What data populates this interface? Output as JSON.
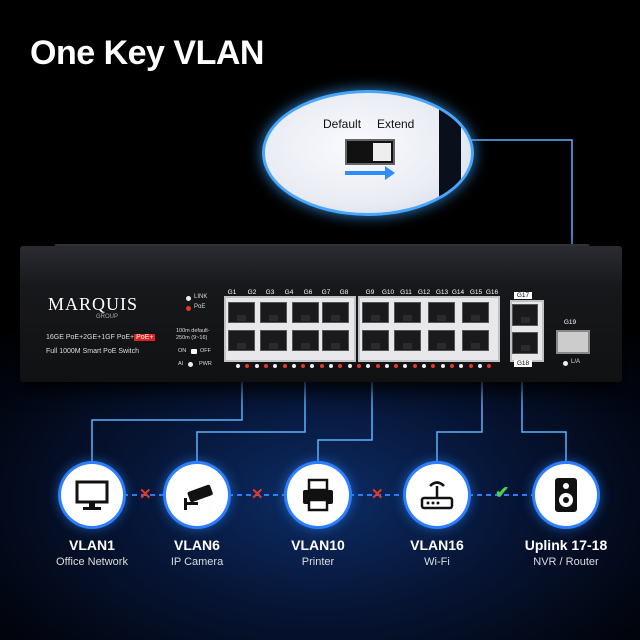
{
  "title": "One Key VLAN",
  "zoom": {
    "default_label": "Default",
    "extend_label": "Extend"
  },
  "brand": {
    "name": "MARQUIS",
    "sub": "GROUP",
    "model_line1": "16GE PoE+2GE+1GF PoE+",
    "poe_badge": "PoE+",
    "model_line2": "Full 1000M Smart PoE Switch"
  },
  "leds": {
    "link": "LINK",
    "poe": "PoE",
    "ai": "AI",
    "pwr": "PWR"
  },
  "mode": {
    "line1": "100m default-",
    "line2": "250m (9~16)",
    "on": "ON",
    "off": "OFF"
  },
  "ports": [
    "G1",
    "G2",
    "G3",
    "G4",
    "G6",
    "G7",
    "G8",
    "G9",
    "G10",
    "G11",
    "G12",
    "G13",
    "G14",
    "G15",
    "G16"
  ],
  "uplink": {
    "top": "G17",
    "bottom": "G18",
    "sfp": "G19",
    "la": "L/A"
  },
  "vlans": [
    {
      "name": "VLAN1",
      "desc": "Office Network",
      "icon": "monitor-icon"
    },
    {
      "name": "VLAN6",
      "desc": "IP Camera",
      "icon": "camera-icon"
    },
    {
      "name": "VLAN10",
      "desc": "Printer",
      "icon": "printer-icon"
    },
    {
      "name": "VLAN16",
      "desc": "Wi-Fi",
      "icon": "router-icon"
    },
    {
      "name": "Uplink 17-18",
      "desc": "NVR / Router",
      "icon": "speaker-icon"
    }
  ],
  "links": [
    "x",
    "x",
    "x",
    "check"
  ],
  "colors": {
    "accent": "#2c7dff",
    "blocked": "#e23a2a",
    "allowed": "#4cd24c"
  }
}
